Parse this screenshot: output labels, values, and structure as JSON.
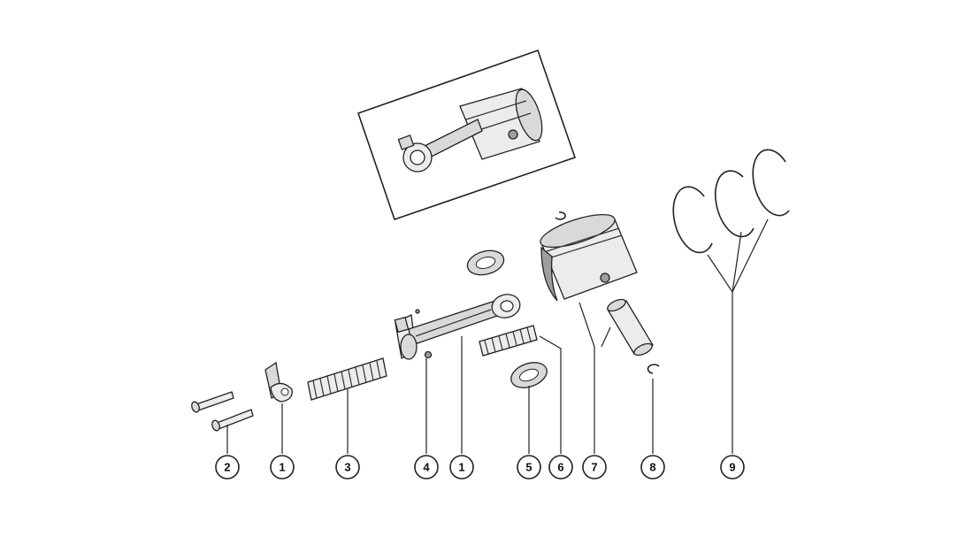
{
  "callouts": [
    {
      "id": "c2",
      "label": "2"
    },
    {
      "id": "c1a",
      "label": "1"
    },
    {
      "id": "c3",
      "label": "3"
    },
    {
      "id": "c4",
      "label": "4"
    },
    {
      "id": "c1b",
      "label": "1"
    },
    {
      "id": "c5",
      "label": "5"
    },
    {
      "id": "c6",
      "label": "6"
    },
    {
      "id": "c7",
      "label": "7"
    },
    {
      "id": "c8",
      "label": "8"
    },
    {
      "id": "c9",
      "label": "9"
    }
  ]
}
